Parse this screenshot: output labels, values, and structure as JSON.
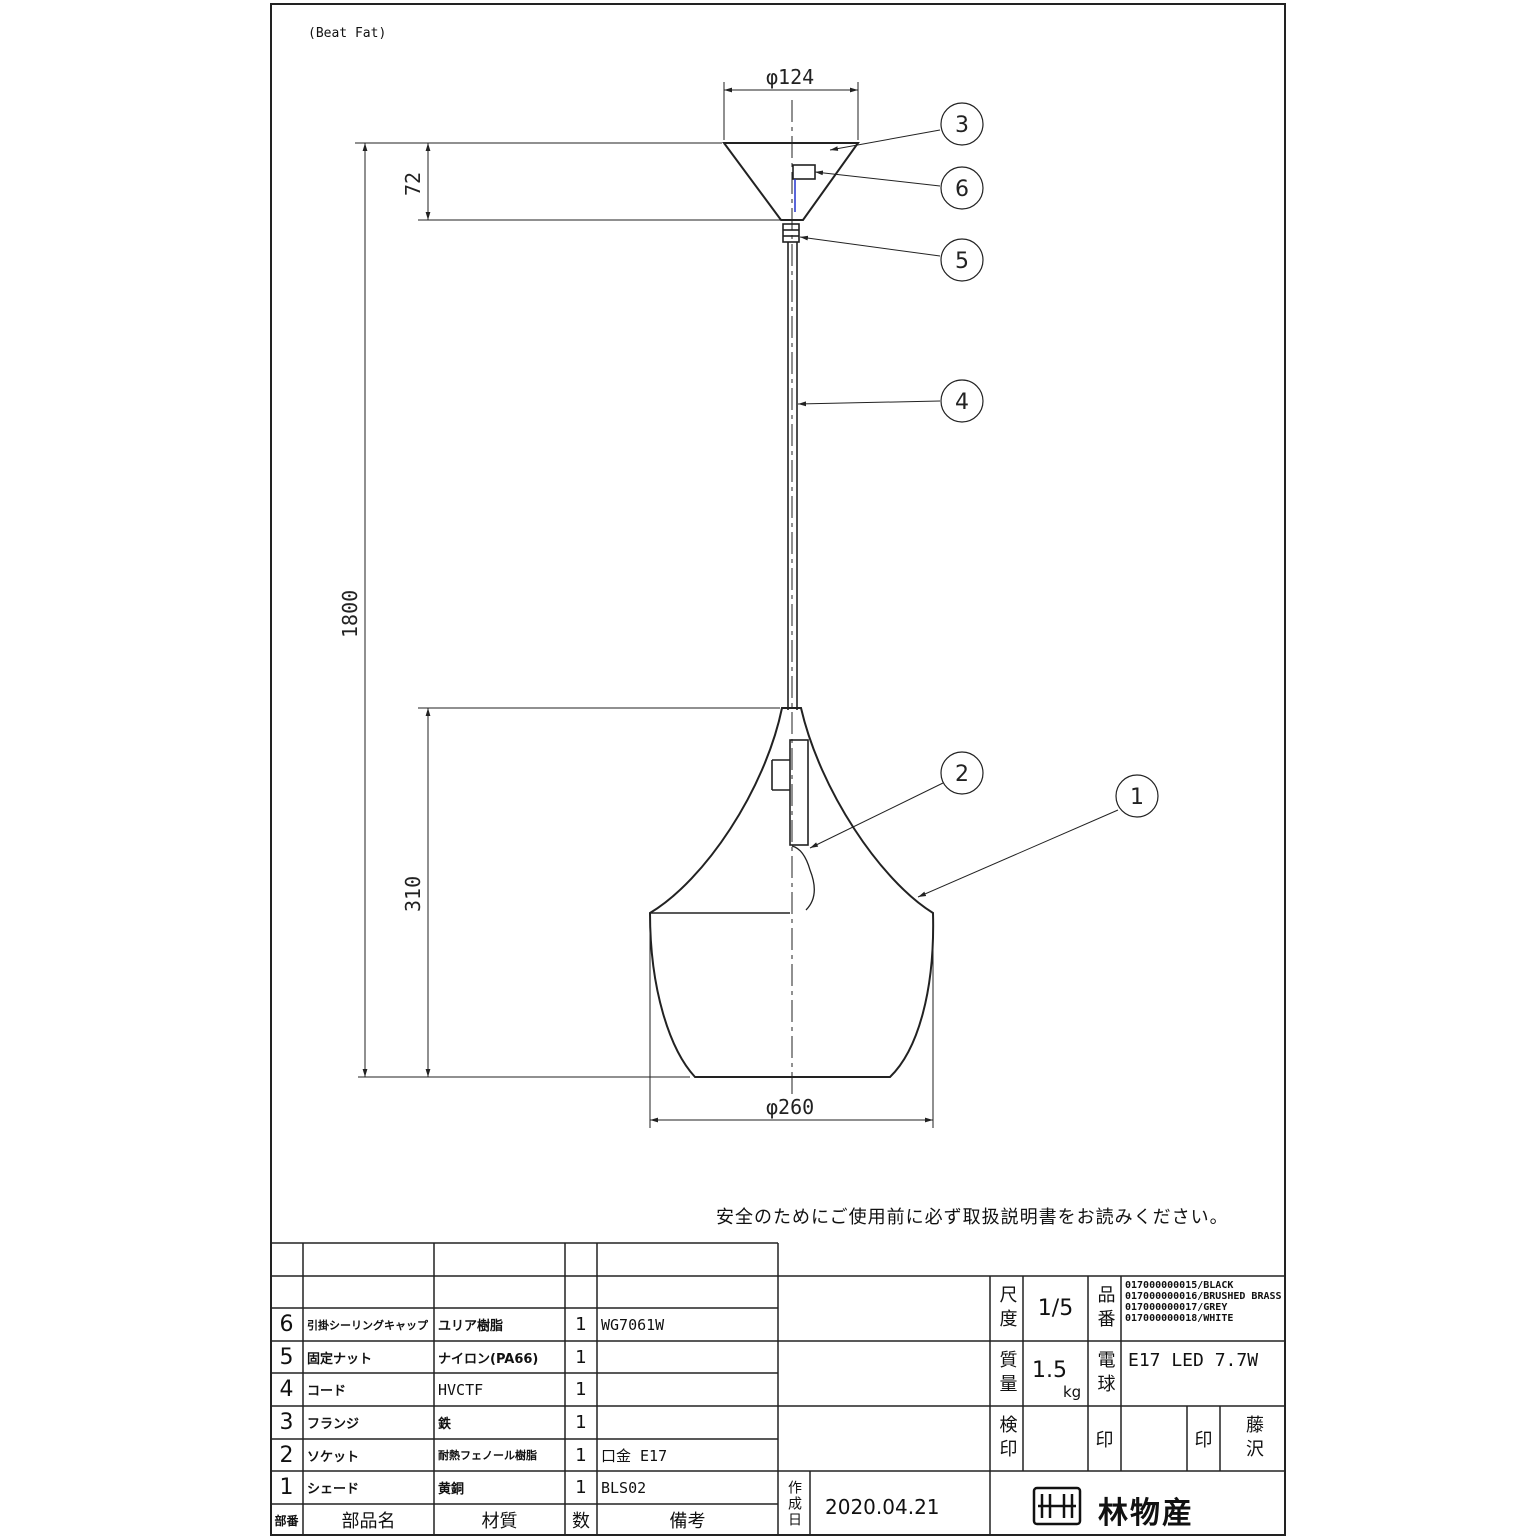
{
  "drawing": {
    "title": "(Beat Fat)",
    "notice": "安全のためにご使用前に必ず取扱説明書をお読みください。",
    "dimensions": {
      "canopy_diameter": "φ124",
      "canopy_height": "72",
      "overall_height": "1800",
      "shade_height": "310",
      "shade_diameter": "φ260"
    },
    "balloons": [
      "1",
      "2",
      "3",
      "4",
      "5",
      "6"
    ]
  },
  "parts_table": {
    "headers": {
      "no": "部番",
      "name": "部品名",
      "material": "材質",
      "qty": "数",
      "remarks": "備考"
    },
    "rows": [
      {
        "no": "6",
        "name": "引掛シーリングキャップ",
        "material": "ユリア樹脂",
        "qty": "1",
        "remarks": "WG7061W"
      },
      {
        "no": "5",
        "name": "固定ナット",
        "material": "ナイロン(PA66)",
        "qty": "1",
        "remarks": ""
      },
      {
        "no": "4",
        "name": "コード",
        "material": "HVCTF",
        "qty": "1",
        "remarks": ""
      },
      {
        "no": "3",
        "name": "フランジ",
        "material": "鉄",
        "qty": "1",
        "remarks": ""
      },
      {
        "no": "2",
        "name": "ソケット",
        "material": "耐熱フェノール樹脂",
        "qty": "1",
        "remarks": "口金 E17"
      },
      {
        "no": "1",
        "name": "シェード",
        "material": "黄銅",
        "qty": "1",
        "remarks": "BLS02"
      }
    ]
  },
  "title_block": {
    "scale_label": "尺度",
    "scale": "1/5",
    "product_no_label": "品番",
    "product_numbers": [
      "017000000015/BLACK",
      "017000000016/BRUSHED BRASS",
      "017000000017/GREY",
      "017000000018/WHITE"
    ],
    "weight_label": "質量",
    "weight": "1.5",
    "weight_unit": "kg",
    "bulb_label": "電球",
    "bulb": "E17 LED 7.7W",
    "inspection_label": "検印",
    "seal_label_1": "印",
    "seal_label_2": "印",
    "signature": "藤沢",
    "created_label": "作成日",
    "date": "2020.04.21",
    "company": "林物産"
  }
}
